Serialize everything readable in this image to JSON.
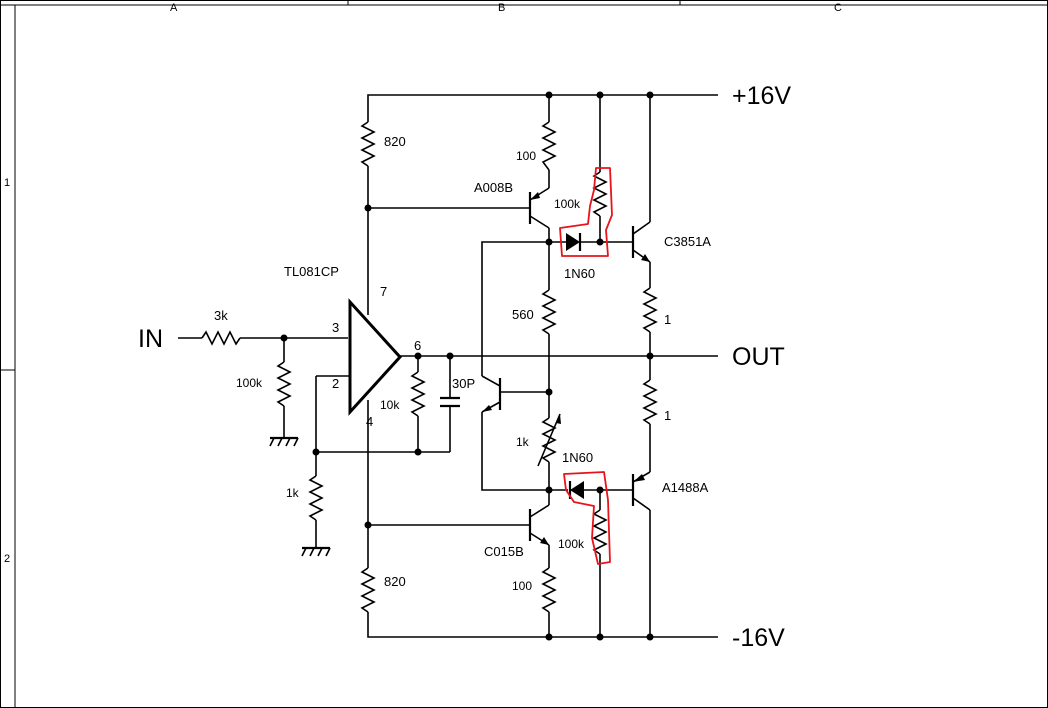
{
  "frame": {
    "columns": [
      "A",
      "B",
      "C"
    ],
    "rows": [
      "1",
      "2"
    ]
  },
  "labels": {
    "pos_supply": "+16V",
    "neg_supply": "-16V",
    "input": "IN",
    "output": "OUT",
    "opamp": "TL081CP",
    "pin3": "3",
    "pin2": "2",
    "pin6": "6",
    "pin7": "7",
    "pin4": "4",
    "r_in": "3k",
    "r_in_gnd": "100k",
    "r_fb": "10k",
    "c_fb": "30P",
    "r_gnd_fb": "1k",
    "r_top_820": "820",
    "r_bot_820": "820",
    "q_a008b": "A008B",
    "r_100_top": "100",
    "r_100k_top": "100k",
    "d_top": "1N60",
    "q_c3851a": "C3851A",
    "r_560": "560",
    "r_1_top": "1",
    "r_1_bot": "1",
    "vr_1k": "1k",
    "d_bot": "1N60",
    "q_a1488a": "A1488A",
    "q_c015b": "C015B",
    "r_100k_bot": "100k",
    "r_100_bot": "100"
  }
}
